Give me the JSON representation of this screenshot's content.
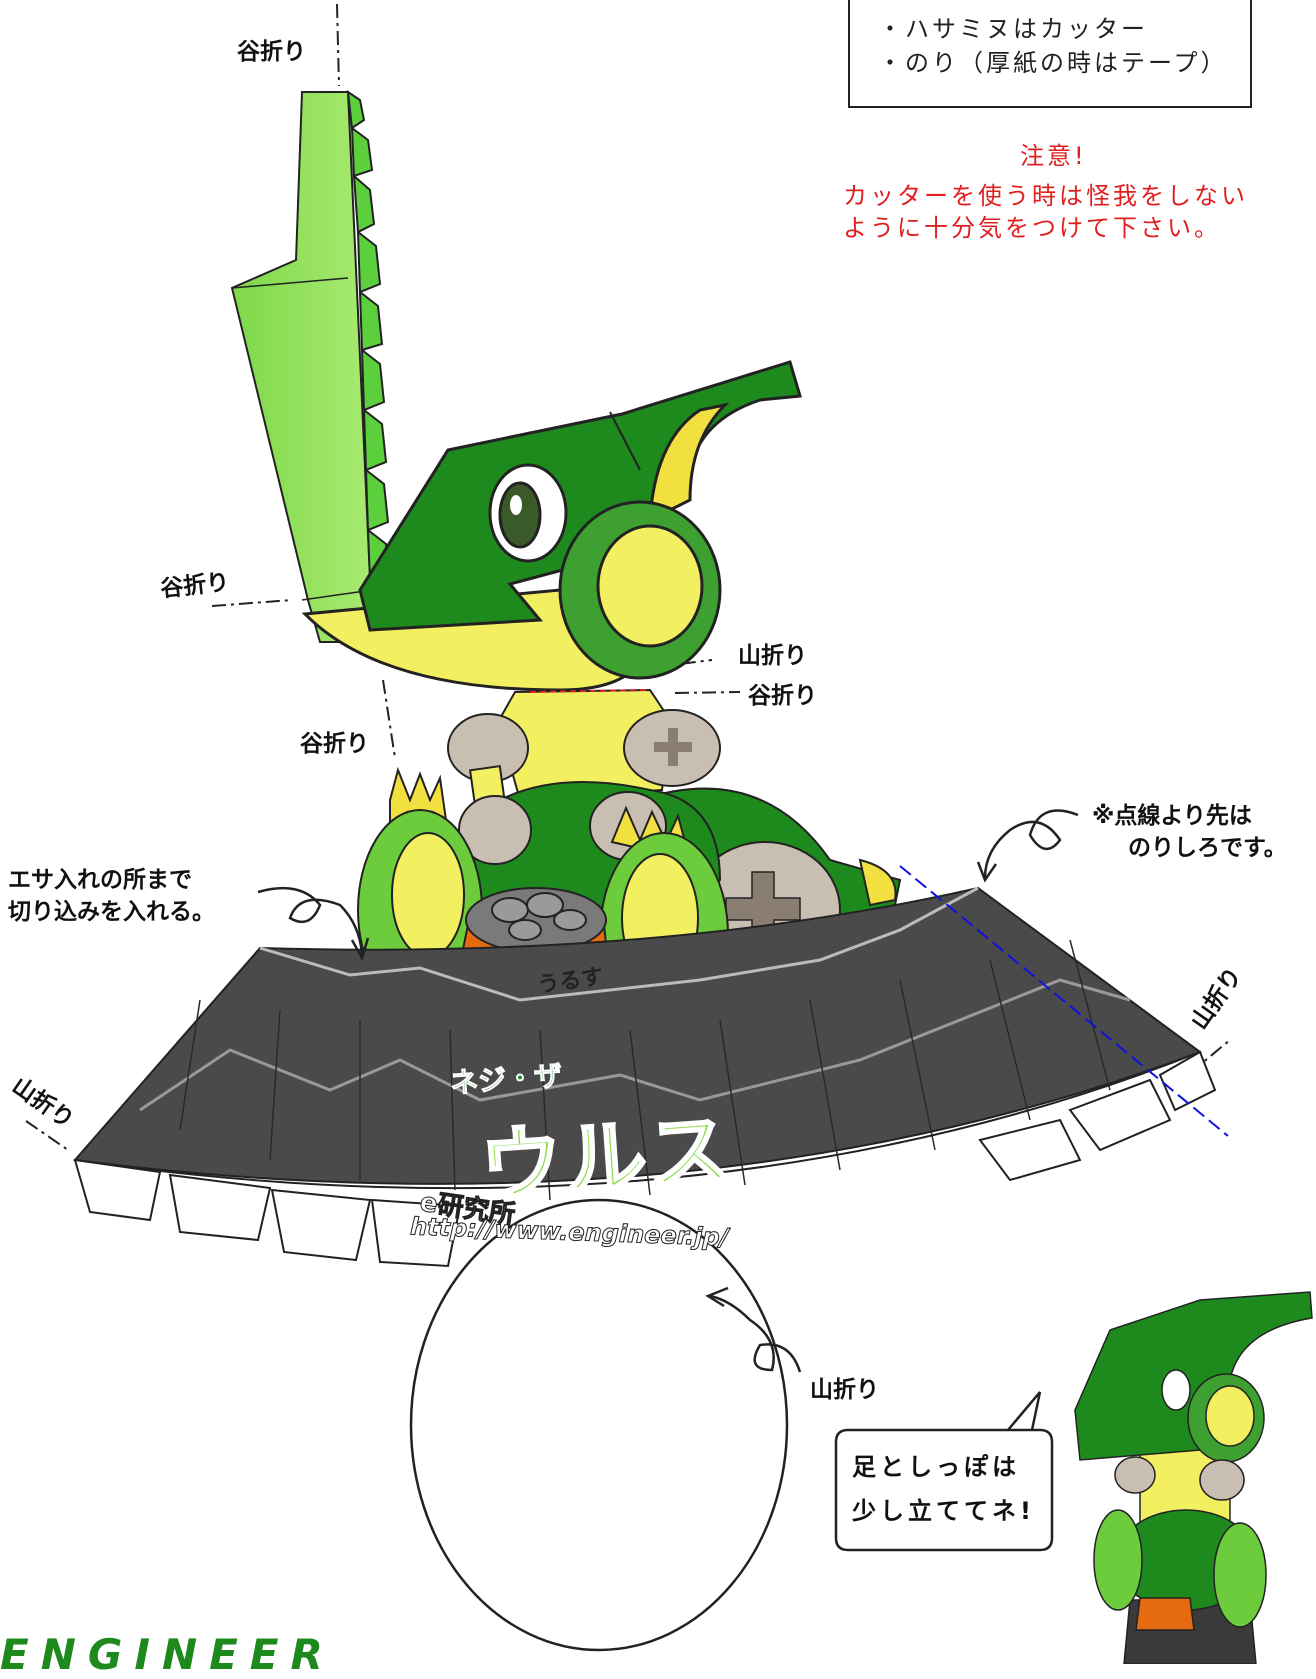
{
  "tools": {
    "line1": "・ハサミヌはカッター",
    "line2": "・のり（厚紙の時はテープ）"
  },
  "warning": {
    "title": "注意!",
    "line1": "カッターを使う時は怪我をしない",
    "line2": "ように十分気をつけて下さい。"
  },
  "fold_labels": {
    "valley_top": "谷折り",
    "valley_left": "谷折り",
    "valley_neck_left": "谷折り",
    "mountain_neck": "山折り",
    "valley_neck_right": "谷折り",
    "mountain_left": "山折り",
    "mountain_right": "山折り",
    "mountain_bottom": "山折り"
  },
  "notes": {
    "cut_line1": "エサ入れの所まで",
    "cut_line2": "切り込みを入れる。",
    "glue_line1": "※点線より先は",
    "glue_line2": "のりしろです。"
  },
  "bubble": {
    "line1": "足としっぽは",
    "line2": "少し立ててネ!"
  },
  "bowl_text": "うるす",
  "title": {
    "subtitle": "ネジ・ザ",
    "name": "ウルス",
    "lab": "e研究所",
    "url": "http://www.engineer.jp/"
  },
  "footer_logo": "ENGINEER",
  "colors": {
    "dark_green": "#1e8a1e",
    "light_green": "#8fdc50",
    "yellow": "#f2f060",
    "base_gray": "#4a4a4a",
    "warning_red": "#e02020",
    "fold_red": "#e02020",
    "glue_blue": "#1010e0"
  }
}
